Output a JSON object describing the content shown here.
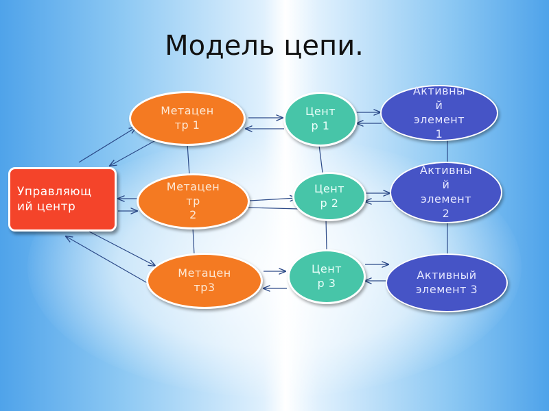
{
  "title": "Модель цепи.",
  "colors": {
    "metacenter": "#f47a22",
    "center": "#47c5a8",
    "active_element": "#4654c6",
    "control_center": "#f4442a",
    "connector": "#2c4a88"
  },
  "nodes": {
    "control": "Управляющ\nий центр",
    "meta1": "Метацен\nтр 1",
    "meta2": "Метацен\nтр\n2",
    "meta3": "Метацен\nтр3",
    "center1": "Цент\nр 1",
    "center2": "Цент\nр 2",
    "center3": "Цент\nр 3",
    "active1": "Активны\nй\nэлемент\n1",
    "active2": "Активны\nй\nэлемент\n2",
    "active3": "Активный\nэлемент 3"
  }
}
